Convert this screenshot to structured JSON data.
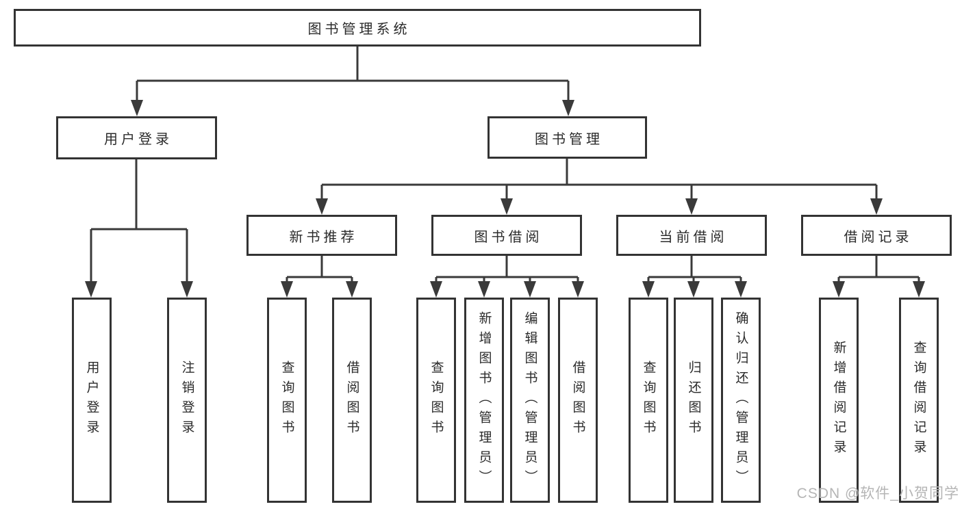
{
  "page": {
    "watermark": "CSDN @软件_小贺同学"
  },
  "colors": {
    "background": "#ffffff",
    "line": "#3a3a3a",
    "box_border": "#333333",
    "text": "#2b2b2b",
    "watermark": "#b5b5b5"
  },
  "tree": {
    "label": "图书管理系统",
    "children": [
      {
        "label": "用户登录",
        "children": [
          {
            "label": "用户登录"
          },
          {
            "label": "注销登录"
          }
        ]
      },
      {
        "label": "图书管理",
        "children": [
          {
            "label": "新书推荐",
            "children": [
              {
                "label": "查询图书"
              },
              {
                "label": "借阅图书"
              }
            ]
          },
          {
            "label": "图书借阅",
            "children": [
              {
                "label": "查询图书"
              },
              {
                "label": "新增图书（管理员）"
              },
              {
                "label": "编辑图书（管理员）"
              },
              {
                "label": "借阅图书"
              }
            ]
          },
          {
            "label": "当前借阅",
            "children": [
              {
                "label": "查询图书"
              },
              {
                "label": "归还图书"
              },
              {
                "label": "确认归还（管理员）"
              }
            ]
          },
          {
            "label": "借阅记录",
            "children": [
              {
                "label": "新增借阅记录"
              },
              {
                "label": "查询借阅记录"
              }
            ]
          }
        ]
      }
    ]
  }
}
